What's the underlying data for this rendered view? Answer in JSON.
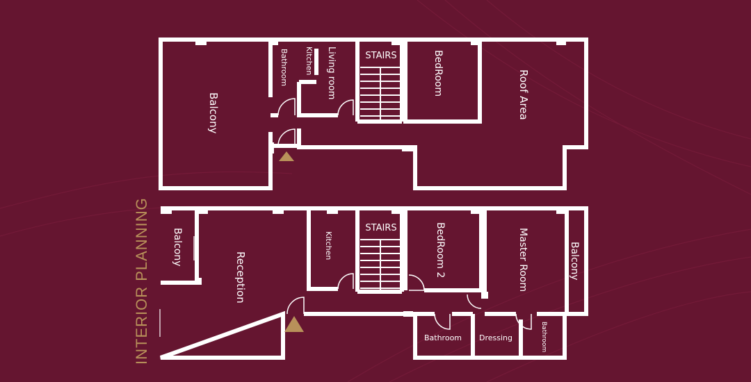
{
  "title": "INTERIOR PLANNING",
  "colors": {
    "background": "#651530",
    "walls": "#ffffff",
    "accent": "#b8915a"
  },
  "upper_floor": {
    "rooms": {
      "balcony": "Balcony",
      "bathroom": "Bathroom",
      "kitchen": "Kitchen",
      "living_room": "Living room",
      "stairs": "STAIRS",
      "bedroom": "BedRoom",
      "roof_area": "Roof Area"
    },
    "entrance_icon": "entrance-triangle-icon"
  },
  "lower_floor": {
    "rooms": {
      "balcony_left": "Balcony",
      "reception": "Reception",
      "kitchen": "Kitchen",
      "stairs": "STAIRS",
      "bedroom_2": "BedRoom 2",
      "master_room": "Master Room",
      "balcony_right": "Balcony",
      "bathroom": "Bathroom",
      "dressing": "Dressing",
      "bathroom_small": "Bathroom"
    },
    "entrance_icon": "entrance-triangle-icon"
  }
}
